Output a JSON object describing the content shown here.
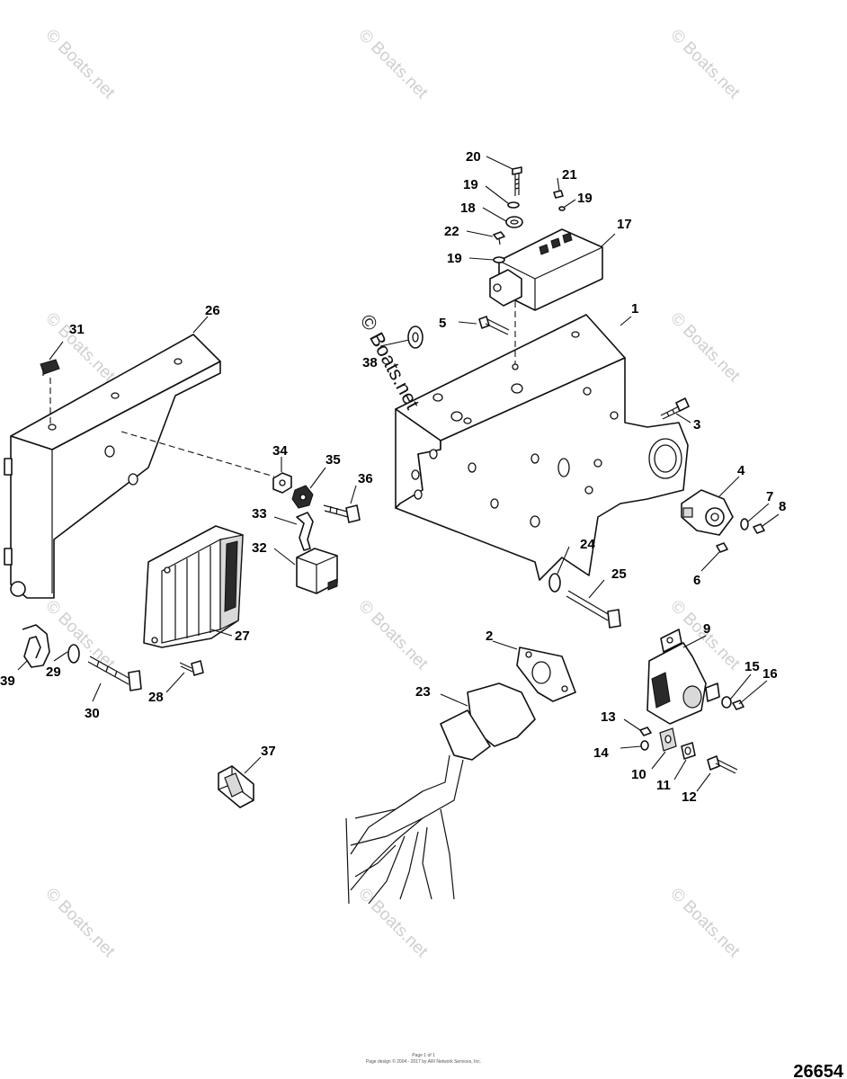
{
  "watermark": {
    "text": "© Boats.net",
    "center_text": "© Boats.net"
  },
  "callouts": {
    "c1": "1",
    "c2": "2",
    "c3": "3",
    "c4": "4",
    "c5": "5",
    "c6": "6",
    "c7": "7",
    "c8": "8",
    "c9": "9",
    "c10": "10",
    "c11": "11",
    "c12": "12",
    "c13": "13",
    "c14": "14",
    "c15": "15",
    "c16": "16",
    "c17": "17",
    "c18": "18",
    "c19": "19",
    "c19b": "19",
    "c19c": "19",
    "c20": "20",
    "c21": "21",
    "c22": "22",
    "c23": "23",
    "c24": "24",
    "c25": "25",
    "c26": "26",
    "c27": "27",
    "c28": "28",
    "c29": "29",
    "c30": "30",
    "c31": "31",
    "c32": "32",
    "c33": "33",
    "c34": "34",
    "c35": "35",
    "c36": "36",
    "c37": "37",
    "c38": "38",
    "c39": "39"
  },
  "footer": {
    "line1": "Page 1 of 1",
    "line2": "Page design © 2004 - 2017 by ARI Network Services, Inc."
  },
  "document_number": "26654"
}
